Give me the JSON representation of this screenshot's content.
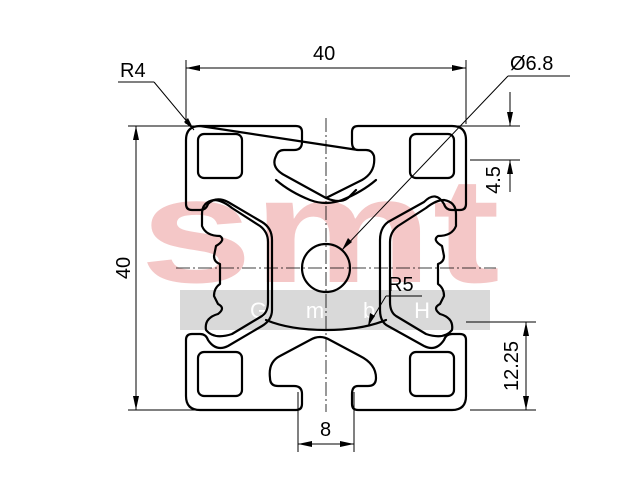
{
  "watermark": {
    "brand": "smt",
    "sub": "G m b H",
    "brand_color": "#f4c7c7",
    "band_color": "#d9d9d9"
  },
  "dimensions": {
    "width_top": "40",
    "height_left": "40",
    "corner_radius": "R4",
    "bore": "Ø6.8",
    "slot_depth": "4.5",
    "inner_radius": "R5",
    "offset_right": "12.25",
    "slot_width": "8"
  },
  "colors": {
    "line": "#000000",
    "background": "#ffffff"
  }
}
